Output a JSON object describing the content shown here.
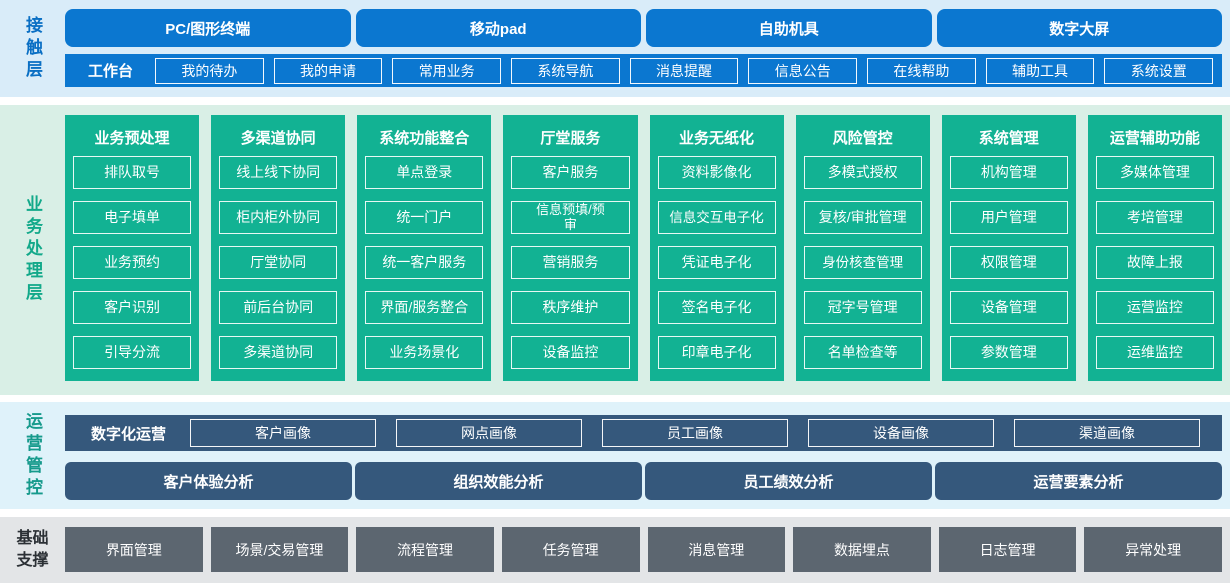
{
  "colors": {
    "contact_blue": "#0b77d0",
    "contact_band_bg": "#d9ecf9",
    "business_green": "#12b293",
    "business_band_bg": "#d9efe6",
    "operation_slate": "#35587c",
    "operation_band_bg": "#dff2fa",
    "foundation_gray": "#5c6670",
    "foundation_band_bg": "#e3e5e7"
  },
  "layers": {
    "contact": {
      "label": "接触层",
      "terminals": [
        "PC/图形终端",
        "移动pad",
        "自助机具",
        "数字大屏"
      ],
      "workbench": {
        "label": "工作台",
        "items": [
          "我的待办",
          "我的申请",
          "常用业务",
          "系统导航",
          "消息提醒",
          "信息公告",
          "在线帮助",
          "辅助工具",
          "系统设置"
        ]
      }
    },
    "business": {
      "label": "业务处理层",
      "columns": [
        {
          "title": "业务预处理",
          "items": [
            "排队取号",
            "电子填单",
            "业务预约",
            "客户识别",
            "引导分流"
          ]
        },
        {
          "title": "多渠道协同",
          "items": [
            "线上线下协同",
            "柜内柜外协同",
            "厅堂协同",
            "前后台协同",
            "多渠道协同"
          ]
        },
        {
          "title": "系统功能整合",
          "items": [
            "单点登录",
            "统一门户",
            "统一客户服务",
            "界面/服务整合",
            "业务场景化"
          ]
        },
        {
          "title": "厅堂服务",
          "items": [
            "客户服务",
            "信息预填/预审",
            "营销服务",
            "秩序维护",
            "设备监控"
          ]
        },
        {
          "title": "业务无纸化",
          "items": [
            "资料影像化",
            "信息交互电子化",
            "凭证电子化",
            "签名电子化",
            "印章电子化"
          ]
        },
        {
          "title": "风险管控",
          "items": [
            "多模式授权",
            "复核/审批管理",
            "身份核查管理",
            "冠字号管理",
            "名单检查等"
          ]
        },
        {
          "title": "系统管理",
          "items": [
            "机构管理",
            "用户管理",
            "权限管理",
            "设备管理",
            "参数管理"
          ]
        },
        {
          "title": "运营辅助功能",
          "items": [
            "多媒体管理",
            "考培管理",
            "故障上报",
            "运营监控",
            "运维监控"
          ]
        }
      ]
    },
    "operation": {
      "label": "运营管控",
      "digital": {
        "label": "数字化运营",
        "items": [
          "客户画像",
          "网点画像",
          "员工画像",
          "设备画像",
          "渠道画像"
        ]
      },
      "analysis": [
        "客户体验分析",
        "组织效能分析",
        "员工绩效分析",
        "运营要素分析"
      ]
    },
    "foundation": {
      "label": "基础支撑",
      "items": [
        "界面管理",
        "场景/交易管理",
        "流程管理",
        "任务管理",
        "消息管理",
        "数据埋点",
        "日志管理",
        "异常处理"
      ]
    }
  }
}
